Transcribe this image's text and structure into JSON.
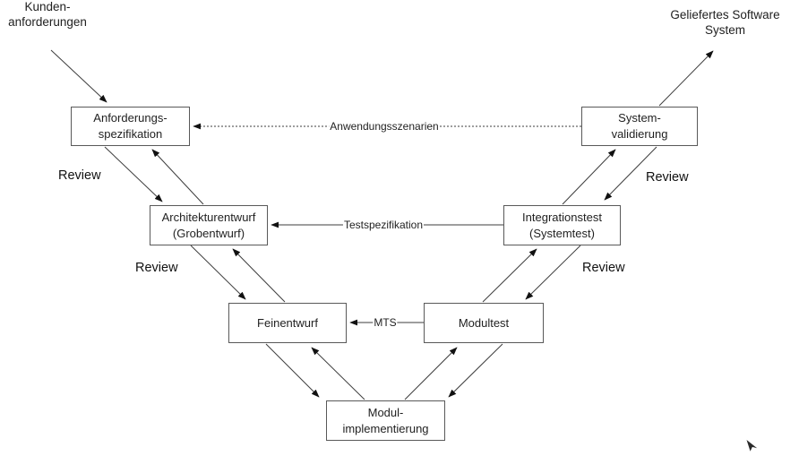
{
  "diagram": {
    "type": "v-model-process-diagram",
    "colors": {
      "background": "#ffffff",
      "box_border": "#595959",
      "line": "#3d3d3d",
      "arrowhead": "#111111",
      "text": "#1a1a1a"
    },
    "external_labels": {
      "customer_requirements": {
        "line1": "Kunden-",
        "line2": "anforderungen"
      },
      "delivered_system": {
        "line1": "Geliefertes Software",
        "line2": "System"
      }
    },
    "boxes": {
      "anforderungsspezifikation": {
        "line1": "Anforderungs-",
        "line2": "spezifikation"
      },
      "systemvalidierung": {
        "line1": "System-",
        "line2": "validierung"
      },
      "architekturentwurf": {
        "line1": "Architekturentwurf",
        "line2": "(Grobentwurf)"
      },
      "integrationstest": {
        "line1": "Integrationstest",
        "line2": "(Systemtest)"
      },
      "feinentwurf": {
        "line1": "Feinentwurf"
      },
      "modultest": {
        "line1": "Modultest"
      },
      "modulimplementierung": {
        "line1": "Modul-",
        "line2": "implementierung"
      }
    },
    "edge_labels": {
      "anwendungsszenarien": "Anwendungsszenarien",
      "testspezifikation": "Testspezifikation",
      "mts": "MTS"
    },
    "review_labels": {
      "left_top": "Review",
      "left_bottom": "Review",
      "right_top": "Review",
      "right_bottom": "Review"
    }
  }
}
